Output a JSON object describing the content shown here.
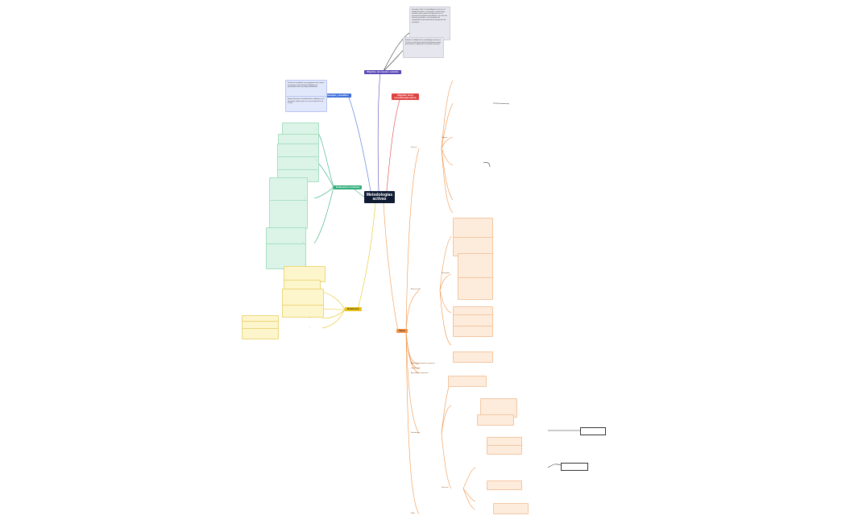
{
  "center": {
    "line1": "Metodologías",
    "line2": "activas"
  },
  "branches": {
    "objetivo_gral": "Objetivo de nuestro estudio",
    "objetivo_met": "Objetivo de la metodología activa",
    "ventajas": "Ventajas y desafíos",
    "evaluacion": "Evaluación continua",
    "definicion": "Definición",
    "tipos": "Tipos"
  },
  "notes": {
    "top1": "Investigar sobre las metodologías activas en el ámbito educativo, su concepto, características, métodos, tipos y formas de aplicación en el proceso de enseñanza-aprendizaje, así como sus ventajas y desafíos, con el propósito de comprender cómo fomentan la participación del estudiante.",
    "top2": "Analizar la utilidad de las metodologías activas en el aula, a partir de los aportes de distintos autores, para valorar su aplicación en la práctica docente.",
    "blue1": "Permite al estudiante ser protagonista de su propio aprendizaje, desarrollando habilidades de pensamiento crítico y trabajo colaborativo.",
    "blue2": "Exige al docente una planificación cuidadosa y una formación continua para su correcta aplicación en el aula."
  },
  "labels": {
    "proceso": "Proceso",
    "aula": "Aula invertida",
    "abp": "Aprendizaje basado en proyectos",
    "gamificacion": "Gamificación",
    "colaborativo": "Aprendizaje cooperativo",
    "metodologia": "Metodología",
    "enfoque": "Enfoque",
    "estrategias": "Estrategias",
    "recursos": "Recursos",
    "roles": "Roles"
  }
}
